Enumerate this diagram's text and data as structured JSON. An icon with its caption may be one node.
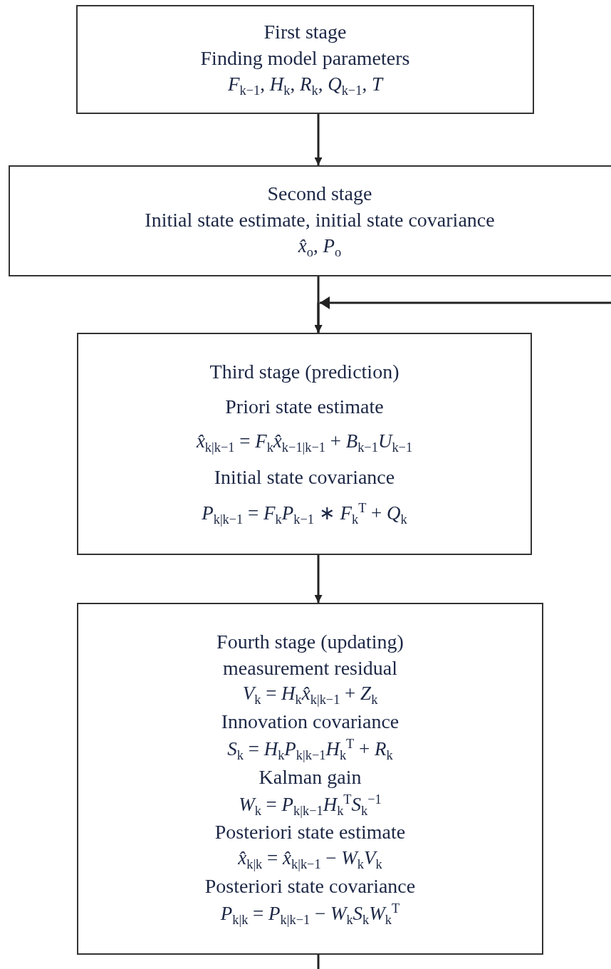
{
  "diagram": {
    "nodes": [
      {
        "text": [
          "First stage",
          "Finding model parameters",
          "*F*$_{k−1}$, *H*$_{k}$, *R*$_{k}$, *Q*$_{k−1}$, *T*"
        ]
      },
      {
        "text": [
          "Second stage",
          "Initial state estimate, initial state covariance",
          "*x̂*$_{o}$, *P*$_{o}$"
        ]
      },
      {
        "text": [
          "Third stage (prediction)",
          "Priori state estimate",
          "*x̂*$_{k|k−1}$ = *F*$_{k}$*x̂*$_{k−1|k−1}$ + *B*$_{k−1}$*U*$_{k−1}$",
          "Initial state covariance",
          "*P*$_{k|k−1}$ = *F*$_{k}$*P*$_{k−1}$ ∗ *F*$_{k}$$^{T}$ + *Q*$_{k}$"
        ]
      },
      {
        "text": [
          "Fourth stage (updating)",
          "measurement residual",
          "*V*$_{k}$ = *H*$_{k}$*x̂*$_{k|k−1}$ + *Z*$_{k}$",
          "Innovation covariance",
          "*S*$_{k}$ = *H*$_{k}$*P*$_{k|k−1}$*H*$_{k}$$^{T}$ + *R*$_{k}$",
          "Kalman gain",
          "*W*$_{k}$ = *P*$_{k|k−1}$*H*$_{k}$$^{T}$*S*$_{k}$$^{−1}$",
          "Posteriori state estimate",
          "*x̂*$_{k|k}$ = *x̂*$_{k|k−1}$ − *W*$_{k}$*V*$_{k}$",
          "Posteriori state covariance",
          "*P*$_{k|k}$ = *P*$_{k|k−1}$ − *W*$_{k}$*S*$_{k}$*W*$_{k}$$^{T}$"
        ]
      }
    ],
    "edges": [
      {
        "from": 0,
        "to": 1,
        "arrow": "to"
      },
      {
        "from": 1,
        "to": 2,
        "arrow": "to"
      },
      {
        "from": 2,
        "to": 3,
        "arrow": "to"
      },
      {
        "from": null,
        "to": 2,
        "arrow": "to"
      },
      {
        "from": 3,
        "to": null,
        "arrow": "none"
      }
    ]
  }
}
